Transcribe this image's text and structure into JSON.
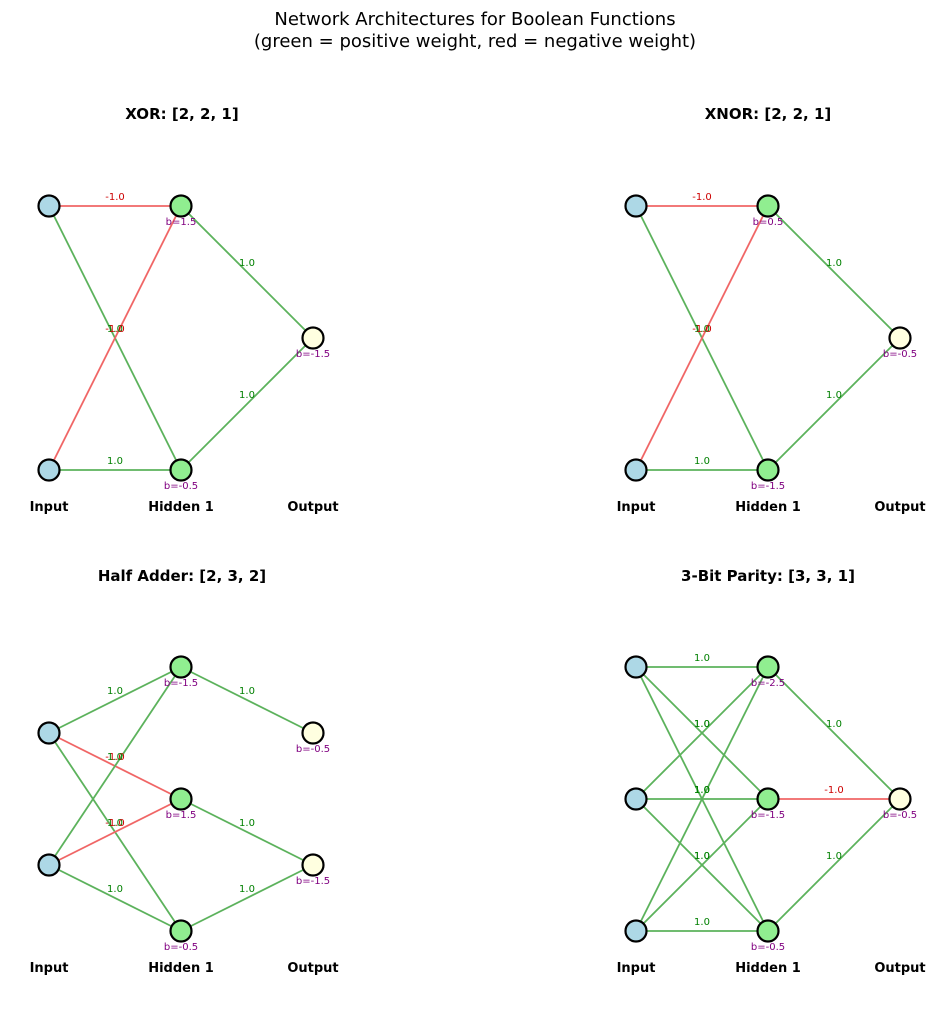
{
  "title_line1": "Network Architectures for Boolean Functions",
  "title_line2": "(green = positive weight, red = negative weight)",
  "colors": {
    "input_node": "#add8e6",
    "hidden_node": "#90ee90",
    "output_node": "#ffffe0",
    "node_stroke": "#000000",
    "positive_edge": "#5cb25c",
    "negative_edge": "#f06666",
    "positive_text": "#008000",
    "negative_text": "#cc0000",
    "bias_text": "#800080"
  },
  "layer_labels": [
    "Input",
    "Hidden 1",
    "Output"
  ],
  "panels": [
    {
      "title": "XOR: [2, 2, 1]",
      "layers": [
        2,
        2,
        1
      ],
      "edges": [
        {
          "from": [
            0,
            0
          ],
          "to": [
            1,
            0
          ],
          "w": "-1.0"
        },
        {
          "from": [
            0,
            0
          ],
          "to": [
            1,
            1
          ],
          "w": "1.0"
        },
        {
          "from": [
            0,
            1
          ],
          "to": [
            1,
            0
          ],
          "w": "-1.0"
        },
        {
          "from": [
            0,
            1
          ],
          "to": [
            1,
            1
          ],
          "w": "1.0"
        },
        {
          "from": [
            1,
            0
          ],
          "to": [
            2,
            0
          ],
          "w": "1.0"
        },
        {
          "from": [
            1,
            1
          ],
          "to": [
            2,
            0
          ],
          "w": "1.0"
        }
      ],
      "biases": [
        {
          "node": [
            1,
            0
          ],
          "b": "b=1.5"
        },
        {
          "node": [
            1,
            1
          ],
          "b": "b=-0.5"
        },
        {
          "node": [
            2,
            0
          ],
          "b": "b=-1.5"
        }
      ]
    },
    {
      "title": "XNOR: [2, 2, 1]",
      "layers": [
        2,
        2,
        1
      ],
      "edges": [
        {
          "from": [
            0,
            0
          ],
          "to": [
            1,
            0
          ],
          "w": "-1.0"
        },
        {
          "from": [
            0,
            0
          ],
          "to": [
            1,
            1
          ],
          "w": "1.0"
        },
        {
          "from": [
            0,
            1
          ],
          "to": [
            1,
            0
          ],
          "w": "-1.0"
        },
        {
          "from": [
            0,
            1
          ],
          "to": [
            1,
            1
          ],
          "w": "1.0"
        },
        {
          "from": [
            1,
            0
          ],
          "to": [
            2,
            0
          ],
          "w": "1.0"
        },
        {
          "from": [
            1,
            1
          ],
          "to": [
            2,
            0
          ],
          "w": "1.0"
        }
      ],
      "biases": [
        {
          "node": [
            1,
            0
          ],
          "b": "b=0.5"
        },
        {
          "node": [
            1,
            1
          ],
          "b": "b=-1.5"
        },
        {
          "node": [
            2,
            0
          ],
          "b": "b=-0.5"
        }
      ]
    },
    {
      "title": "Half Adder: [2, 3, 2]",
      "layers": [
        2,
        3,
        2
      ],
      "edges": [
        {
          "from": [
            0,
            0
          ],
          "to": [
            1,
            0
          ],
          "w": "1.0"
        },
        {
          "from": [
            0,
            0
          ],
          "to": [
            1,
            1
          ],
          "w": "-1.0"
        },
        {
          "from": [
            0,
            0
          ],
          "to": [
            1,
            2
          ],
          "w": "1.0"
        },
        {
          "from": [
            0,
            1
          ],
          "to": [
            1,
            0
          ],
          "w": "1.0"
        },
        {
          "from": [
            0,
            1
          ],
          "to": [
            1,
            1
          ],
          "w": "-1.0"
        },
        {
          "from": [
            0,
            1
          ],
          "to": [
            1,
            2
          ],
          "w": "1.0"
        },
        {
          "from": [
            1,
            0
          ],
          "to": [
            2,
            0
          ],
          "w": "1.0"
        },
        {
          "from": [
            1,
            1
          ],
          "to": [
            2,
            1
          ],
          "w": "1.0"
        },
        {
          "from": [
            1,
            2
          ],
          "to": [
            2,
            1
          ],
          "w": "1.0"
        }
      ],
      "biases": [
        {
          "node": [
            1,
            0
          ],
          "b": "b=-1.5"
        },
        {
          "node": [
            1,
            1
          ],
          "b": "b=1.5"
        },
        {
          "node": [
            1,
            2
          ],
          "b": "b=-0.5"
        },
        {
          "node": [
            2,
            0
          ],
          "b": "b=-0.5"
        },
        {
          "node": [
            2,
            1
          ],
          "b": "b=-1.5"
        }
      ]
    },
    {
      "title": "3-Bit Parity: [3, 3, 1]",
      "layers": [
        3,
        3,
        1
      ],
      "edges": [
        {
          "from": [
            0,
            0
          ],
          "to": [
            1,
            0
          ],
          "w": "1.0"
        },
        {
          "from": [
            0,
            0
          ],
          "to": [
            1,
            1
          ],
          "w": "1.0"
        },
        {
          "from": [
            0,
            0
          ],
          "to": [
            1,
            2
          ],
          "w": "1.0"
        },
        {
          "from": [
            0,
            1
          ],
          "to": [
            1,
            0
          ],
          "w": "1.0"
        },
        {
          "from": [
            0,
            1
          ],
          "to": [
            1,
            1
          ],
          "w": "1.0"
        },
        {
          "from": [
            0,
            1
          ],
          "to": [
            1,
            2
          ],
          "w": "1.0"
        },
        {
          "from": [
            0,
            2
          ],
          "to": [
            1,
            0
          ],
          "w": "1.0"
        },
        {
          "from": [
            0,
            2
          ],
          "to": [
            1,
            1
          ],
          "w": "1.0"
        },
        {
          "from": [
            0,
            2
          ],
          "to": [
            1,
            2
          ],
          "w": "1.0"
        },
        {
          "from": [
            1,
            0
          ],
          "to": [
            2,
            0
          ],
          "w": "1.0"
        },
        {
          "from": [
            1,
            1
          ],
          "to": [
            2,
            0
          ],
          "w": "-1.0"
        },
        {
          "from": [
            1,
            2
          ],
          "to": [
            2,
            0
          ],
          "w": "1.0"
        }
      ],
      "biases": [
        {
          "node": [
            1,
            0
          ],
          "b": "b=-2.5"
        },
        {
          "node": [
            1,
            1
          ],
          "b": "b=-1.5"
        },
        {
          "node": [
            1,
            2
          ],
          "b": "b=-0.5"
        },
        {
          "node": [
            2,
            0
          ],
          "b": "b=-0.5"
        }
      ]
    }
  ]
}
